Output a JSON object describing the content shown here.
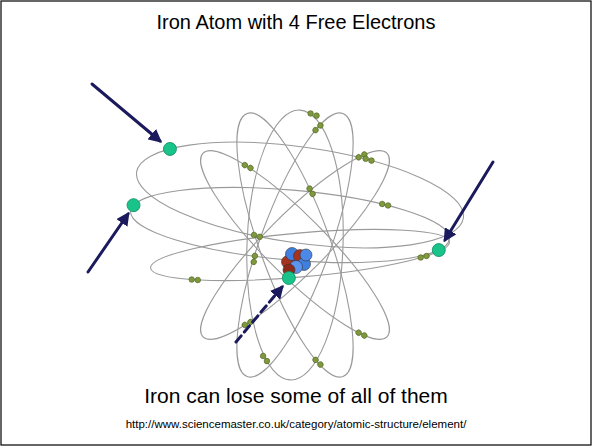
{
  "diagram": {
    "title": "Iron Atom with 4 Free Electrons",
    "caption": "Iron can lose some of all of them",
    "labels": [
      "http://www.sciencemaster.co.uk/category/atomic-structure/element/"
    ]
  }
}
